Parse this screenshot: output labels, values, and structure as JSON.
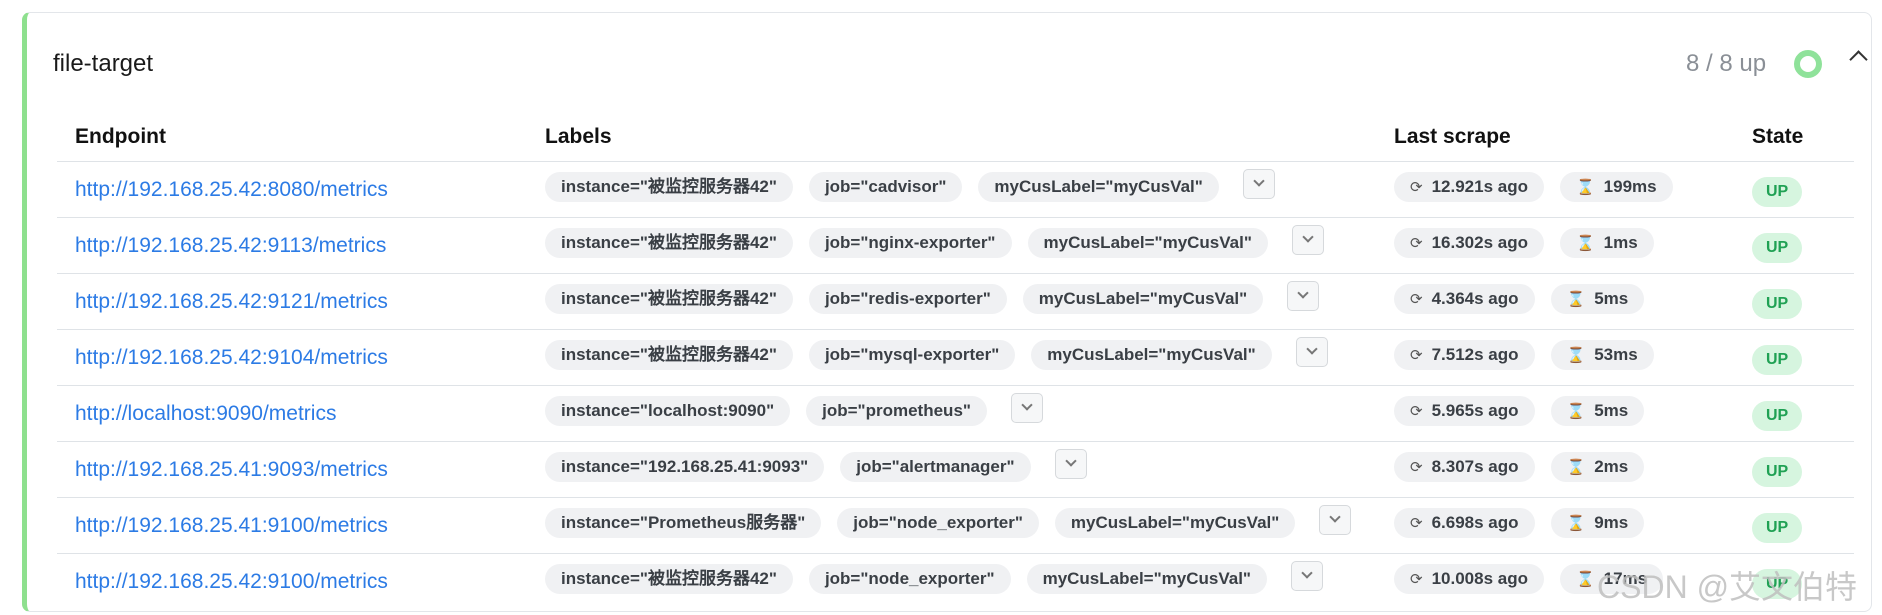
{
  "pool": {
    "name": "file-target",
    "up_count": "8 / 8 up",
    "health_color": "#8fe29a",
    "accent_border_color": "#8ee08e"
  },
  "table": {
    "headers": {
      "endpoint": "Endpoint",
      "labels": "Labels",
      "last_scrape": "Last scrape",
      "state": "State"
    },
    "rows": [
      {
        "endpoint": "http://192.168.25.42:8080/metrics",
        "labels": [
          "instance=\"被监控服务器42\"",
          "job=\"cadvisor\"",
          "myCusLabel=\"myCusVal\""
        ],
        "last_scrape": "12.921s ago",
        "duration": "199ms",
        "state": "UP"
      },
      {
        "endpoint": "http://192.168.25.42:9113/metrics",
        "labels": [
          "instance=\"被监控服务器42\"",
          "job=\"nginx-exporter\"",
          "myCusLabel=\"myCusVal\""
        ],
        "last_scrape": "16.302s ago",
        "duration": "1ms",
        "state": "UP"
      },
      {
        "endpoint": "http://192.168.25.42:9121/metrics",
        "labels": [
          "instance=\"被监控服务器42\"",
          "job=\"redis-exporter\"",
          "myCusLabel=\"myCusVal\""
        ],
        "last_scrape": "4.364s ago",
        "duration": "5ms",
        "state": "UP"
      },
      {
        "endpoint": "http://192.168.25.42:9104/metrics",
        "labels": [
          "instance=\"被监控服务器42\"",
          "job=\"mysql-exporter\"",
          "myCusLabel=\"myCusVal\""
        ],
        "last_scrape": "7.512s ago",
        "duration": "53ms",
        "state": "UP"
      },
      {
        "endpoint": "http://localhost:9090/metrics",
        "labels": [
          "instance=\"localhost:9090\"",
          "job=\"prometheus\""
        ],
        "last_scrape": "5.965s ago",
        "duration": "5ms",
        "state": "UP"
      },
      {
        "endpoint": "http://192.168.25.41:9093/metrics",
        "labels": [
          "instance=\"192.168.25.41:9093\"",
          "job=\"alertmanager\""
        ],
        "last_scrape": "8.307s ago",
        "duration": "2ms",
        "state": "UP"
      },
      {
        "endpoint": "http://192.168.25.41:9100/metrics",
        "labels": [
          "instance=\"Prometheus服务器\"",
          "job=\"node_exporter\"",
          "myCusLabel=\"myCusVal\""
        ],
        "last_scrape": "6.698s ago",
        "duration": "9ms",
        "state": "UP"
      },
      {
        "endpoint": "http://192.168.25.42:9100/metrics",
        "labels": [
          "instance=\"被监控服务器42\"",
          "job=\"node_exporter\"",
          "myCusLabel=\"myCusVal\""
        ],
        "last_scrape": "10.008s ago",
        "duration": "17ms",
        "state": "UP"
      }
    ]
  },
  "icons": {
    "refresh": "refresh-icon",
    "hourglass": "hourglass-icon",
    "expand": "chevron-down-icon",
    "collapse": "chevron-up-icon"
  },
  "watermark": "CSDN @艾文伯特"
}
